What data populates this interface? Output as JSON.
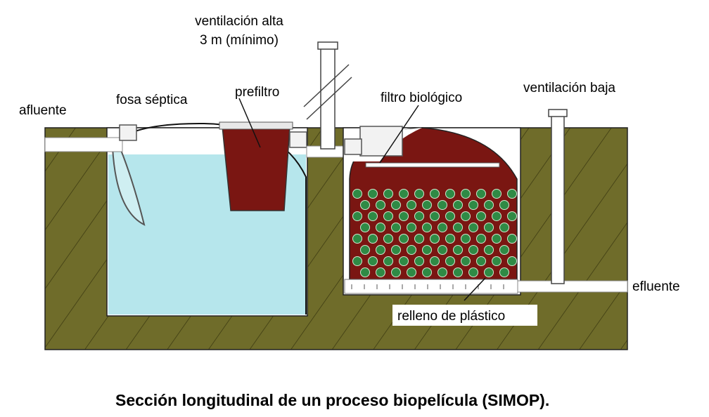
{
  "labels": {
    "ventilacion_alta_1": "ventilación alta",
    "ventilacion_alta_2": "3 m (mínimo)",
    "afluente": "afluente",
    "fosa_septica": "fosa séptica",
    "prefiltro": "prefiltro",
    "filtro_biologico": "filtro biológico",
    "ventilacion_baja": "ventilación baja",
    "efluente": "efluente",
    "relleno_plastico": "relleno de plástico"
  },
  "caption": "Sección longitudinal de un proceso biopelícula (SIMOP).",
  "colors": {
    "soil": "#6f6c2a",
    "hatch": "#3a3810",
    "water": "#b6e6ec",
    "sludge": "#7a1612",
    "media": "#2f8a45",
    "pipe": "#ffffff"
  }
}
